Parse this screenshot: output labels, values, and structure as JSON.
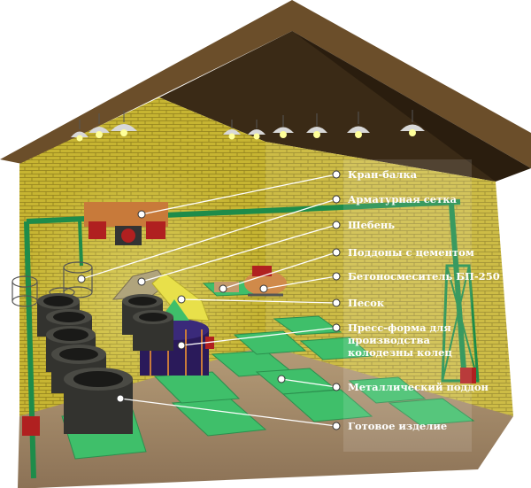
{
  "labels": [
    {
      "id": "crane",
      "text": "Кран-балка"
    },
    {
      "id": "mesh",
      "text": "Арматурная сетка"
    },
    {
      "id": "gravel",
      "text": "Шебень"
    },
    {
      "id": "pallets-cement",
      "text": "Поддоны с цементом"
    },
    {
      "id": "mixer",
      "text": "Бетоносмеситель БП-250"
    },
    {
      "id": "sand",
      "text": "Песок"
    },
    {
      "id": "mold-line1",
      "text": "Пресс-форма для"
    },
    {
      "id": "mold-line2",
      "text": "производства"
    },
    {
      "id": "mold-line3",
      "text": "колодезны колец"
    },
    {
      "id": "metal-pallet",
      "text": "Металлический поддон"
    },
    {
      "id": "finished",
      "text": "Готовое изделие"
    }
  ],
  "colors": {
    "brick": "#c8b630",
    "roof": "#3a2a16",
    "floor": "#a88c6a",
    "pallet": "#3fbf6a",
    "crane": "#1e8c4a",
    "ring": "#3a3a36",
    "leader": "#ffffff"
  }
}
